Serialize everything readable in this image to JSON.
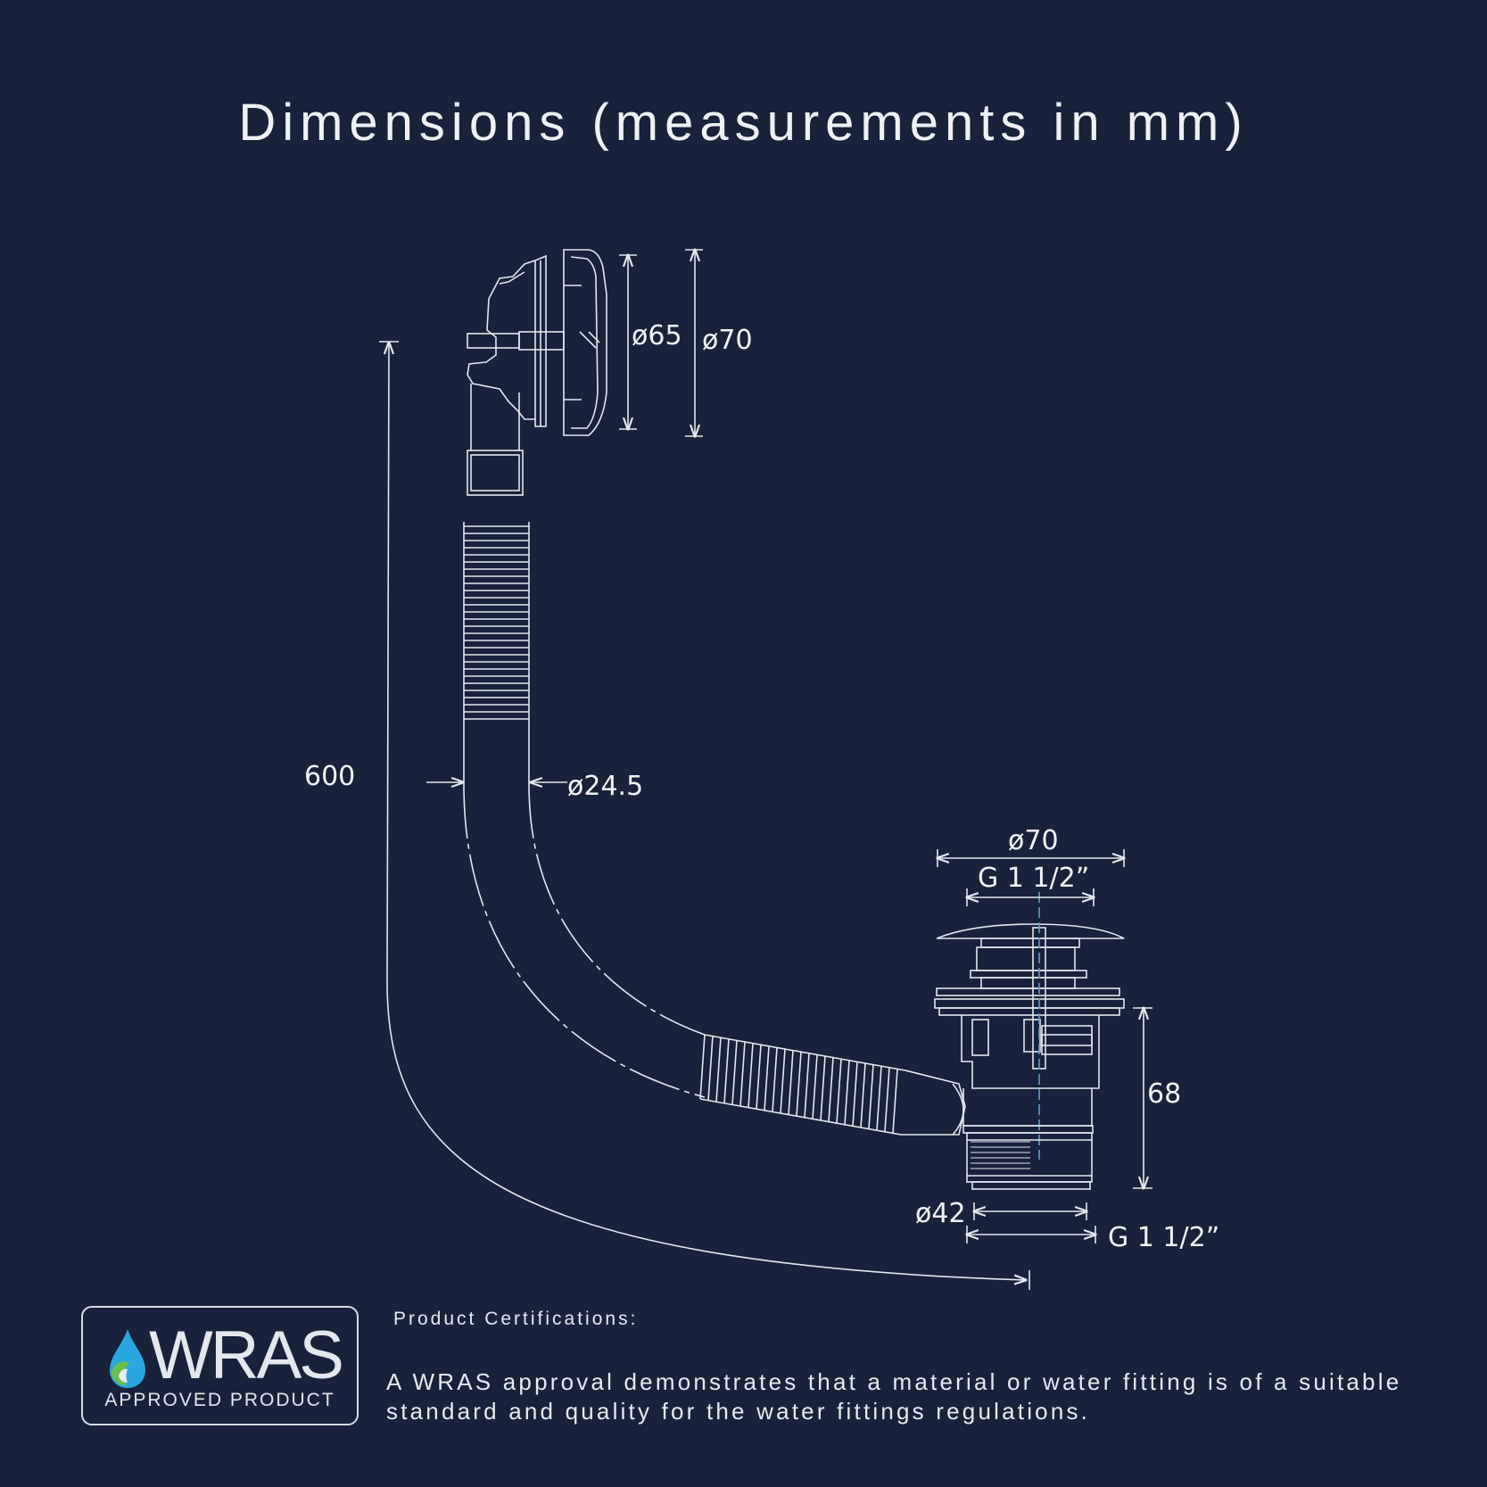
{
  "title": "Dimensions (measurements in mm)",
  "dimensions": {
    "overflow_outer_dia": "ø65",
    "overflow_cover_dia": "ø70",
    "total_length": "600",
    "hose_dia": "ø24.5",
    "waste_cap_dia": "ø70",
    "waste_thread_top": "G 1 1/2”",
    "waste_height": "68",
    "waste_outlet_dia": "ø42",
    "waste_thread_bottom": "G 1 1/2”"
  },
  "badge": {
    "name": "WRAS",
    "subtitle": "APPROVED PRODUCT"
  },
  "certifications": {
    "heading": "Product Certifications:",
    "text": "A WRAS approval demonstrates that a material or water fitting is of a suitable standard and quality for the water fittings regulations."
  },
  "colors": {
    "background": "#18223a",
    "line": "#e3e7ee",
    "accent_blue": "#2aa7df",
    "accent_green": "#6cc04a"
  }
}
